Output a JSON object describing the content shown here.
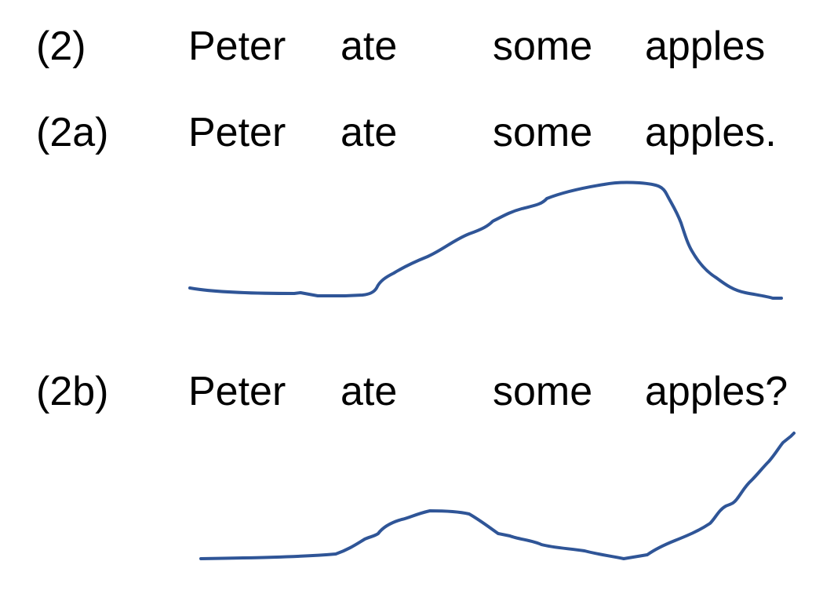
{
  "line_color": "#2f5597",
  "examples": [
    {
      "label": "(2)",
      "words": [
        "Peter",
        "ate",
        "some",
        "apples"
      ]
    },
    {
      "label": "(2a)",
      "words": [
        "Peter",
        "ate",
        "some",
        "apples."
      ]
    },
    {
      "label": "(2b)",
      "words": [
        "Peter",
        "ate",
        "some",
        "apples?"
      ]
    }
  ]
}
